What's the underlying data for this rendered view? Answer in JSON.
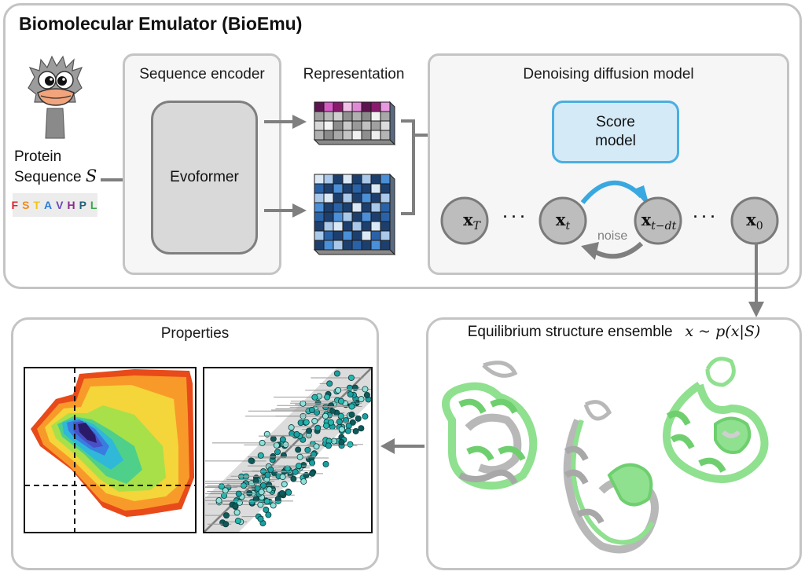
{
  "title": "Biomolecular Emulator (BioEmu)",
  "input": {
    "label_line1": "Protein",
    "label_line2": "Sequence",
    "symbol": "S",
    "mascot": "ostrich-icon",
    "sequence_letters": [
      {
        "char": "F",
        "color": "#e0242b"
      },
      {
        "char": "S",
        "color": "#f08a1c"
      },
      {
        "char": "T",
        "color": "#f2c417"
      },
      {
        "char": "A",
        "color": "#2a7bd6"
      },
      {
        "char": "V",
        "color": "#6a4ab8"
      },
      {
        "char": "H",
        "color": "#8e2a8e"
      },
      {
        "char": "P",
        "color": "#1f5f7a"
      },
      {
        "char": "L",
        "color": "#3aa84a"
      }
    ]
  },
  "encoder": {
    "title": "Sequence encoder",
    "block_label": "Evoformer"
  },
  "representation": {
    "title": "Representation",
    "single_grid": {
      "rows": [
        [
          "#5e1450",
          "#d65cc4",
          "#8a1a6e",
          "#f0c0e8",
          "#e08ad6",
          "#5e1450",
          "#8a1a6e",
          "#e89ae0"
        ],
        [
          "#a0a0a0",
          "#b8b8b8",
          "#cfcfcf",
          "#909090",
          "#b0b0b0",
          "#8a8a8a",
          "#f0f0f0",
          "#a8a8a8"
        ],
        [
          "#d8d8d8",
          "#f4f4f4",
          "#8c8c8c",
          "#c8c8c8",
          "#999999",
          "#c0c0c0",
          "#a0a0a0",
          "#dcdcdc"
        ],
        [
          "#b0b0b0",
          "#8a8a8a",
          "#a8a8a8",
          "#c4c4c4",
          "#f2f2f2",
          "#8e8e8e",
          "#eeeeee",
          "#b4b4b4"
        ]
      ]
    },
    "pair_grid": {
      "rows": [
        [
          "#dbe9f7",
          "#a9c8ea",
          "#1c3f6e",
          "#dbe9f7",
          "#1c3f6e",
          "#a9c8ea",
          "#1c3f6e",
          "#4a8fd8"
        ],
        [
          "#2a62a8",
          "#1c3f6e",
          "#4a8fd8",
          "#1c3f6e",
          "#2a62a8",
          "#1c3f6e",
          "#dbe9f7",
          "#1c3f6e"
        ],
        [
          "#a9c8ea",
          "#dbe9f7",
          "#1c3f6e",
          "#a9c8ea",
          "#1c3f6e",
          "#4a8fd8",
          "#1c3f6e",
          "#a9c8ea"
        ],
        [
          "#4a8fd8",
          "#1c3f6e",
          "#2a62a8",
          "#1c3f6e",
          "#dbe9f7",
          "#1c3f6e",
          "#a9c8ea",
          "#2a62a8"
        ],
        [
          "#2a62a8",
          "#1c3f6e",
          "#4a8fd8",
          "#a9c8ea",
          "#1c3f6e",
          "#4a8fd8",
          "#1c3f6e",
          "#2a62a8"
        ],
        [
          "#1c3f6e",
          "#a9c8ea",
          "#dbe9f7",
          "#1c3f6e",
          "#a9c8ea",
          "#1c3f6e",
          "#dbe9f7",
          "#1c3f6e"
        ],
        [
          "#a9c8ea",
          "#2a62a8",
          "#1c3f6e",
          "#4a8fd8",
          "#1c3f6e",
          "#dbe9f7",
          "#2a62a8",
          "#a9c8ea"
        ],
        [
          "#1c3f6e",
          "#4a8fd8",
          "#a9c8ea",
          "#1c3f6e",
          "#2a62a8",
          "#1c3f6e",
          "#4a8fd8",
          "#1c3f6e"
        ]
      ]
    }
  },
  "diffusion": {
    "title": "Denoising diffusion model",
    "score_model_line1": "Score",
    "score_model_line2": "model",
    "nodes": [
      {
        "base": "x",
        "sub": "T"
      },
      {
        "base": "x",
        "sub": "t"
      },
      {
        "base": "x",
        "sub": "t−dt"
      },
      {
        "base": "x",
        "sub": "0"
      }
    ],
    "ellipsis": "· · ·",
    "noise_label": "noise"
  },
  "ensemble": {
    "title": "Equilibrium structure ensemble",
    "formula": "x ~ p(x|S)",
    "structures": [
      "protein-structure-1",
      "protein-structure-2",
      "protein-structure-3"
    ]
  },
  "properties": {
    "title": "Properties",
    "plots": [
      "free-energy-landscape",
      "predicted-vs-experimental-scatter"
    ]
  },
  "colors": {
    "frame_border": "#c4c4c4",
    "panel_fill": "#f6f6f6",
    "arrow": "#7f7f7f",
    "score_fill": "#d4eaf7",
    "score_border": "#4aaee0",
    "node_fill": "#bdbdbd",
    "node_border": "#7a7a7a",
    "blue_arrow": "#3aa8e0",
    "protein_green": "#8fe08f",
    "protein_gray": "#b8b8b8"
  }
}
